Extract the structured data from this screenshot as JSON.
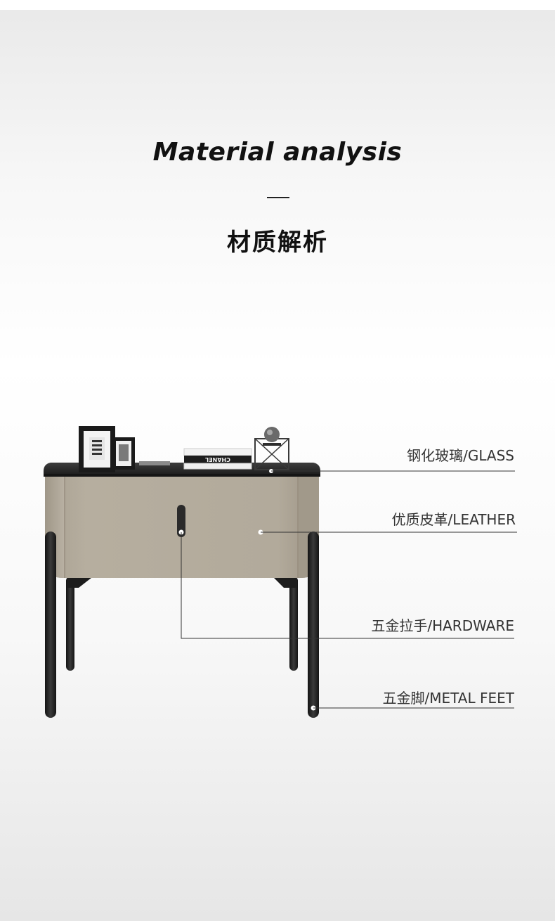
{
  "header": {
    "title_en": "Material analysis",
    "title_cn": "材质解析"
  },
  "product": {
    "name": "nightstand",
    "book_text": "CHANEL",
    "colors": {
      "leather": "#b3ab9e",
      "leather_shade": "#a39a8b",
      "top_glass": "#2b2b2b",
      "metal": "#1f1f1f"
    }
  },
  "callouts": [
    {
      "id": "glass",
      "label": "钢化玻璃/GLASS"
    },
    {
      "id": "leather",
      "label": "优质皮革/LEATHER"
    },
    {
      "id": "hardware",
      "label": "五金拉手/HARDWARE"
    },
    {
      "id": "feet",
      "label": "五金脚/METAL FEET"
    }
  ]
}
